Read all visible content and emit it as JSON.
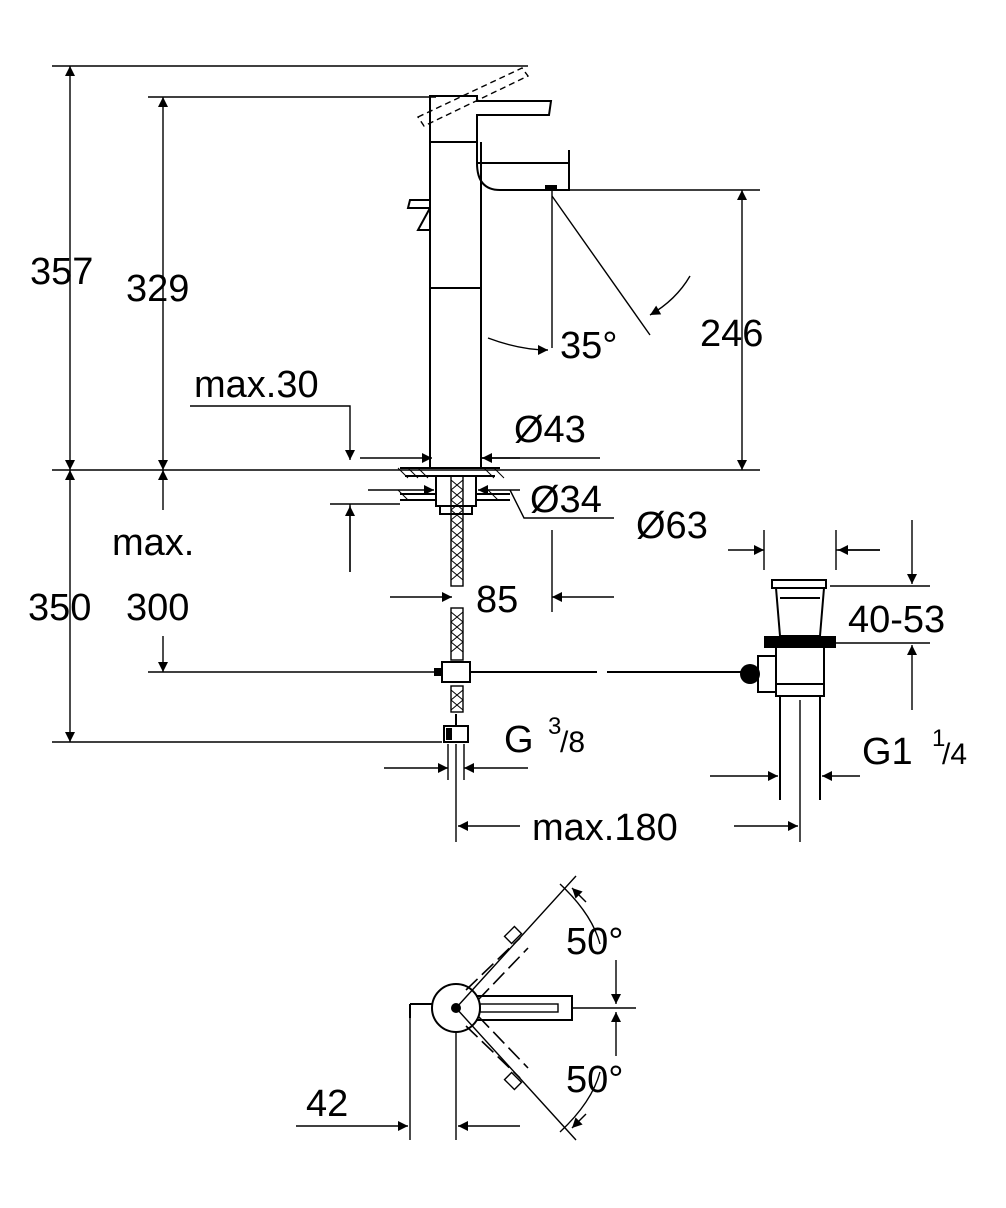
{
  "dimensions": {
    "total_height": "357",
    "spout_height": "329",
    "outlet_height": "246",
    "spout_angle": "35°",
    "max_deck_thickness_label": "max.30",
    "body_diameter": "Ø43",
    "base_diameter": "Ø34",
    "drain_diameter": "Ø63",
    "max_label": "max.",
    "below_deck_total": "350",
    "below_deck_max": "300",
    "hose_offset": "85",
    "drain_height_range": "40-53",
    "hose_thread_main": "G",
    "hose_thread_sup": "3",
    "hose_thread_sub": "/8",
    "drain_thread_main": "G1",
    "drain_thread_sup": "1",
    "drain_thread_sub": "/4",
    "max_reach": "max.180",
    "handle_angle_top": "50°",
    "handle_angle_bottom": "50°",
    "handle_offset": "42"
  },
  "colors": {
    "line": "#000000",
    "background": "#ffffff"
  }
}
